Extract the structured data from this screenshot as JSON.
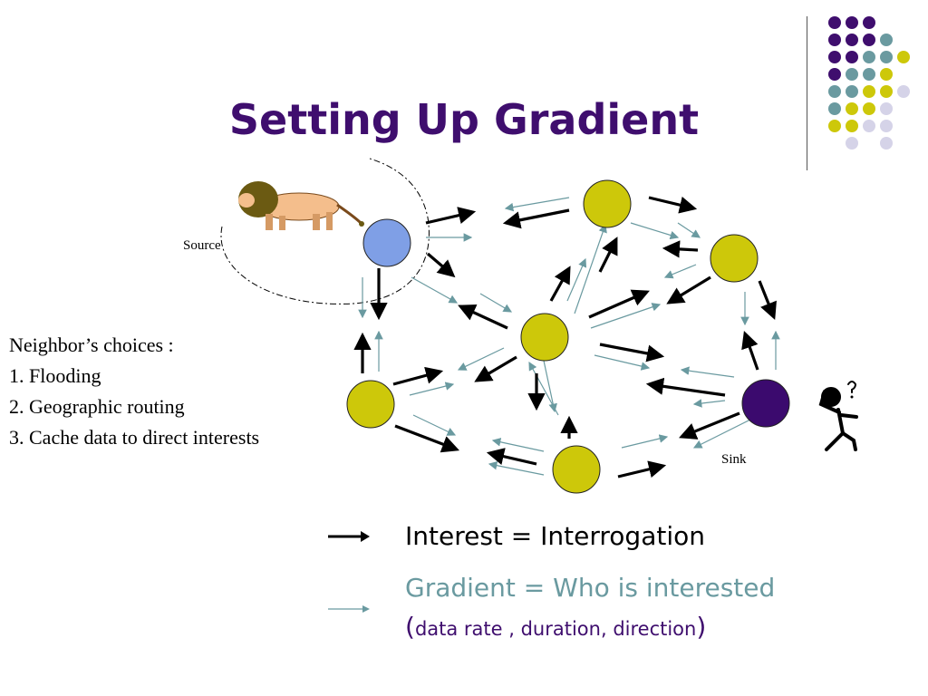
{
  "title": "Setting Up Gradient",
  "choices": {
    "heading": "Neighbor’s choices :",
    "items": [
      "1. Flooding",
      "2. Geographic routing",
      "3. Cache data to direct interests"
    ]
  },
  "labels": {
    "source": "Source",
    "sink": "Sink"
  },
  "legend": {
    "interest": "Interest = Interrogation",
    "gradient": "Gradient = Who is interested",
    "details_open": "(",
    "details": "data rate , duration, direction",
    "details_close": ")"
  },
  "colors": {
    "title": "#3f0e6e",
    "source_node": "#7f9fe6",
    "sink_node": "#3b0a6e",
    "node": "#cdc80a",
    "interest_arrow": "#000000",
    "gradient_arrow": "#6a9aa0",
    "dot_purple": "#3f0e6e",
    "dot_teal": "#6a9aa0",
    "dot_yellow": "#cdc80a",
    "dot_lavender": "#d5d3e8"
  },
  "icons": {
    "source_icon": "lion-icon",
    "sink_icon": "thinking-person-icon"
  }
}
